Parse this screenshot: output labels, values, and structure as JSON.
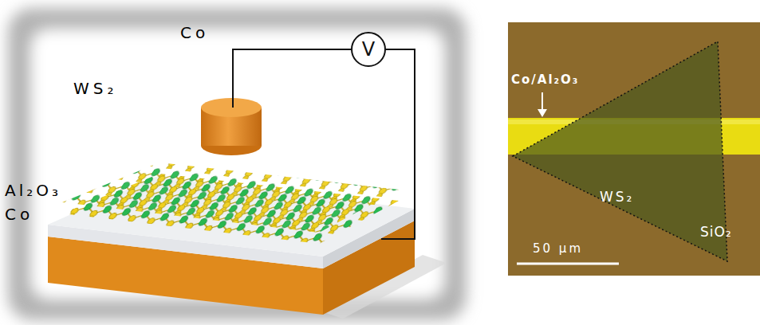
{
  "diagram": {
    "nodes": [
      {
        "text": [
          "V"
        ]
      }
    ],
    "labels": [
      "Co",
      "WS₂",
      "Al₂O₃",
      "Co",
      "Co/Al₂O₃",
      "WS₂",
      "SiO₂",
      "50 μm"
    ]
  }
}
